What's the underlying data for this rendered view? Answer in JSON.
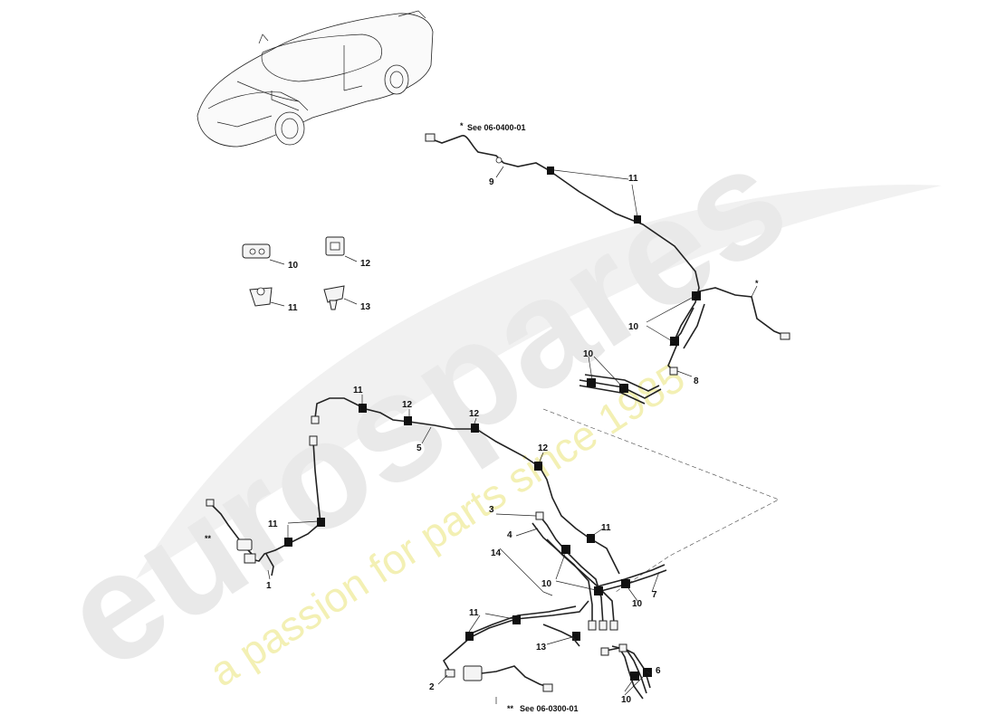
{
  "watermark": {
    "brand": "eurospares",
    "tagline": "a passion for parts since 1985"
  },
  "references": {
    "see_0400": "See 06-0400-01",
    "see_0400_star": "*",
    "see_0300": "See 06-0300-01",
    "see_0300_star": "**",
    "star_single": "*",
    "star_double": "**"
  },
  "callouts": {
    "c1": "1",
    "c2": "2",
    "c3": "3",
    "c4": "4",
    "c5": "5",
    "c6": "6",
    "c7": "7",
    "c8": "8",
    "c9": "9",
    "c10": "10",
    "c11": "11",
    "c12": "12",
    "c13": "13",
    "c14": "14"
  },
  "colors": {
    "watermark_grey": "#e9e9e9",
    "watermark_yellow": "#f3f0b4",
    "line": "#222222"
  }
}
